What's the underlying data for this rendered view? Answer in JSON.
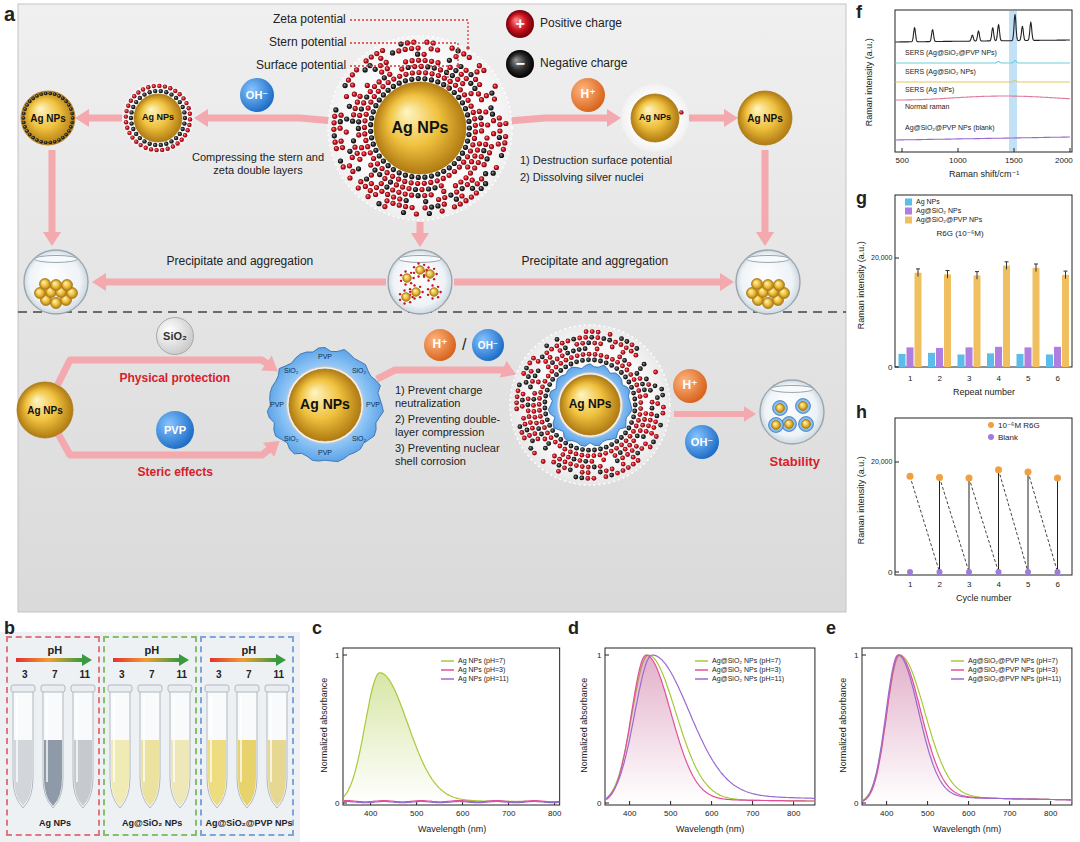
{
  "diagram": {
    "nodes": [
      {
        "text": [
          "Ag NPs"
        ]
      },
      {
        "text": [
          "Ag NPs"
        ]
      },
      {
        "text": [
          "OH⁻"
        ]
      },
      {
        "text": [
          "Ag NPs"
        ]
      },
      {
        "text": [
          "H⁺"
        ]
      },
      {
        "text": [
          "Ag NPs"
        ]
      },
      {
        "text": [
          "Ag NPs"
        ]
      },
      {
        "text": [
          "Ag NPs"
        ]
      },
      {
        "text": [
          "SiO₂"
        ]
      },
      {
        "text": [
          "PVP"
        ]
      },
      {
        "text": [
          "Ag NPs"
        ]
      },
      {
        "text": [
          "H⁺"
        ]
      },
      {
        "text": [
          "OH⁻"
        ]
      },
      {
        "text": [
          "Ag NPs"
        ]
      },
      {
        "text": [
          "H⁺"
        ]
      },
      {
        "text": [
          "OH⁻"
        ]
      },
      {
        "text": [
          "pH",
          "3",
          "7",
          "11",
          "Ag NPs"
        ]
      },
      {
        "text": [
          "pH",
          "3",
          "7",
          "11",
          "Ag@SiO₂ NPs"
        ]
      },
      {
        "text": [
          "pH",
          "3",
          "7",
          "11",
          "Ag@SiO₂@PVP NPs"
        ]
      }
    ],
    "edges": [
      {
        "from": 3,
        "to": 1,
        "arrow": "to"
      },
      {
        "from": 1,
        "to": 0,
        "arrow": "to"
      },
      {
        "from": 3,
        "to": 5,
        "arrow": "to"
      },
      {
        "from": 5,
        "to": 6,
        "arrow": "to"
      },
      {
        "from": 7,
        "to": 10,
        "label": "Physical protection",
        "arrow": "to"
      },
      {
        "from": 7,
        "to": 10,
        "label": "Steric effects",
        "arrow": "to"
      },
      {
        "from": 10,
        "to": 13,
        "arrow": "to"
      }
    ],
    "labels": [
      "a",
      "Zeta potential",
      "Stern potential",
      "Surface potential",
      "+",
      "−",
      "Compressing the stern and zeta double layers",
      "1) Destruction surface potential",
      "2) Dissolving silver nuclei",
      "Precipitate and aggregation",
      "Precipitate and aggregation",
      "PVP",
      "SiO₂",
      "PVP",
      "SiO₂",
      "PVP",
      "SiO₂",
      "PVP",
      "SiO₂",
      "/",
      "1) Prevent charge neutralization",
      "2) Preventing double-layer compression",
      "3) Preventing nuclear shell corrosion",
      "Stability",
      "b",
      "c",
      "Normalized absorbance",
      "1",
      "0",
      "400",
      "500",
      "600",
      "700",
      "800",
      "Wavelength (nm)",
      "d",
      "Normalized absorbance",
      "1",
      "0",
      "400",
      "500",
      "600",
      "700",
      "800",
      "Wavelength (nm)",
      "e",
      "Normalized absorbance",
      "1",
      "0",
      "400",
      "500",
      "600",
      "700",
      "800",
      "Wavelength (nm)",
      "f",
      "Raman intensity (a.u.)",
      "500",
      "1000",
      "1500",
      "2000",
      "Raman shift/cm⁻¹",
      "SERS (Ag@SiO₂@PVP NPs)",
      "SERS (Ag@SiO₂ NPs)",
      "SERS (Ag NPs)",
      "Normal raman",
      "Ag@SiO₂@PVP NPs (blank)",
      "g",
      "Raman intensity (a.u.)",
      "20,000",
      "0",
      "1",
      "2",
      "3",
      "4",
      "5",
      "6",
      "Repeat number",
      "R6G (10⁻⁶M)",
      "h",
      "Raman intensity (a.u.)",
      "20,000",
      "0",
      "1",
      "2",
      "3",
      "4",
      "5",
      "6",
      "Cycle number"
    ],
    "legend": [
      {
        "text": "Positive charge"
      },
      {
        "text": "Negative charge"
      },
      {
        "text": "Ag NPs (pH=7)"
      },
      {
        "text": "Ag NPs (pH=3)"
      },
      {
        "text": "Ag NPs (pH=11)"
      },
      {
        "text": "Ag@SiO₂ NPs (pH=7)"
      },
      {
        "text": "Ag@SiO₂ NPs (pH=3)"
      },
      {
        "text": "Ag@SiO₂ NPs (pH=11)"
      },
      {
        "text": "Ag@SiO₂@PVP NPs (pH=7)"
      },
      {
        "text": "Ag@SiO₂@PVP NPs (pH=3)"
      },
      {
        "text": "Ag@SiO₂@PVP NPs (pH=11)"
      },
      {
        "text": "Ag NPs",
        "color": "#5bbde8"
      },
      {
        "text": "Ag@SiO₂ NPs",
        "color": "#b07ee0"
      },
      {
        "text": "Ag@SiO₂@PVP NPs",
        "color": "#f0c060"
      },
      {
        "text": "10⁻⁶M R6G"
      },
      {
        "text": "Blank"
      }
    ]
  }
}
